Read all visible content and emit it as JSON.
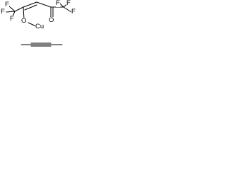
{
  "molecule": {
    "line_color": "#000000",
    "atoms": {
      "f_top_left": "F",
      "f_left": "F",
      "f_bottom_left": "F",
      "f_top_right_1": "F",
      "f_top_right_2": "F",
      "f_right": "F",
      "oxygen_ether": "O",
      "oxygen_carbonyl": "O",
      "copper": "Cu"
    }
  }
}
